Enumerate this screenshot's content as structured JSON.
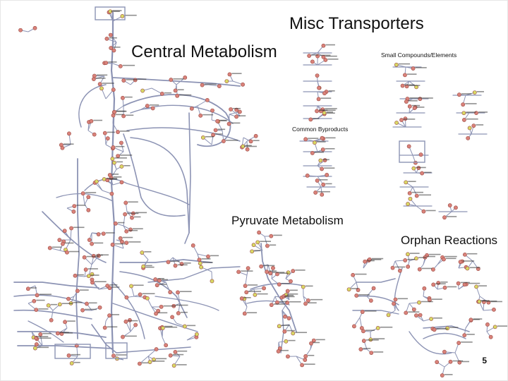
{
  "titles": {
    "misc_transporters": "Misc Transporters",
    "central_metabolism": "Central Metabolism",
    "small_compounds": "Small Compounds/Elements",
    "common_byproducts": "Common Byproducts",
    "pyruvate_metabolism": "Pyruvate Metabolism",
    "orphan_reactions": "Orphan Reactions"
  },
  "page_number": "5",
  "colors": {
    "reaction_edge": "#8c93b4",
    "metabolite_node": "#d9827a",
    "node_outline": "#9b4a43",
    "currency_node": "#d8d964",
    "label_text": "#333333"
  }
}
